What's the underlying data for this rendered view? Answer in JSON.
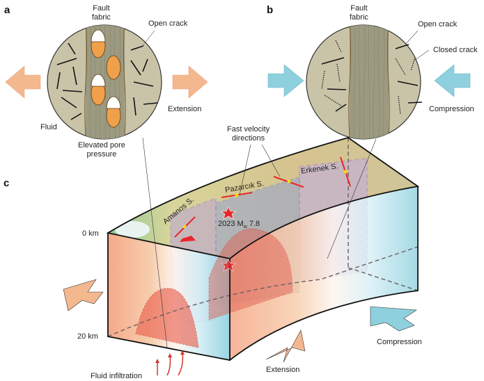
{
  "panels": {
    "a": {
      "letter": "a",
      "fault_fabric": "Fault\nfabric",
      "open_crack": "Open crack",
      "extension": "Extension",
      "fluid": "Fluid",
      "elevated_pore_pressure": "Elevated pore\npressure"
    },
    "b": {
      "letter": "b",
      "fault_fabric": "Fault\nfabric",
      "open_crack": "Open crack",
      "closed_crack": "Closed crack",
      "compression": "Compression"
    },
    "c": {
      "letter": "c",
      "fast_velocity": "Fast velocity\ndirections",
      "segments": [
        "Amanos S.",
        "Pazarcık S.",
        "Erkenek S."
      ],
      "event_year": "2023 M",
      "event_sub": "w",
      "event_mag": " 7.8",
      "depth_top": "0 km",
      "depth_bottom": "20 km",
      "compression": "Compression",
      "extension": "Extension",
      "fluid_infiltration": "Fluid infiltration"
    }
  },
  "colors": {
    "extension_arrow": "#f4b88f",
    "compression_arrow": "#8fd0de",
    "rock": "#c9c4a8",
    "fabric": "#9c9a80",
    "fluid": "#f0a04b",
    "fault_red": "#e8262b"
  }
}
